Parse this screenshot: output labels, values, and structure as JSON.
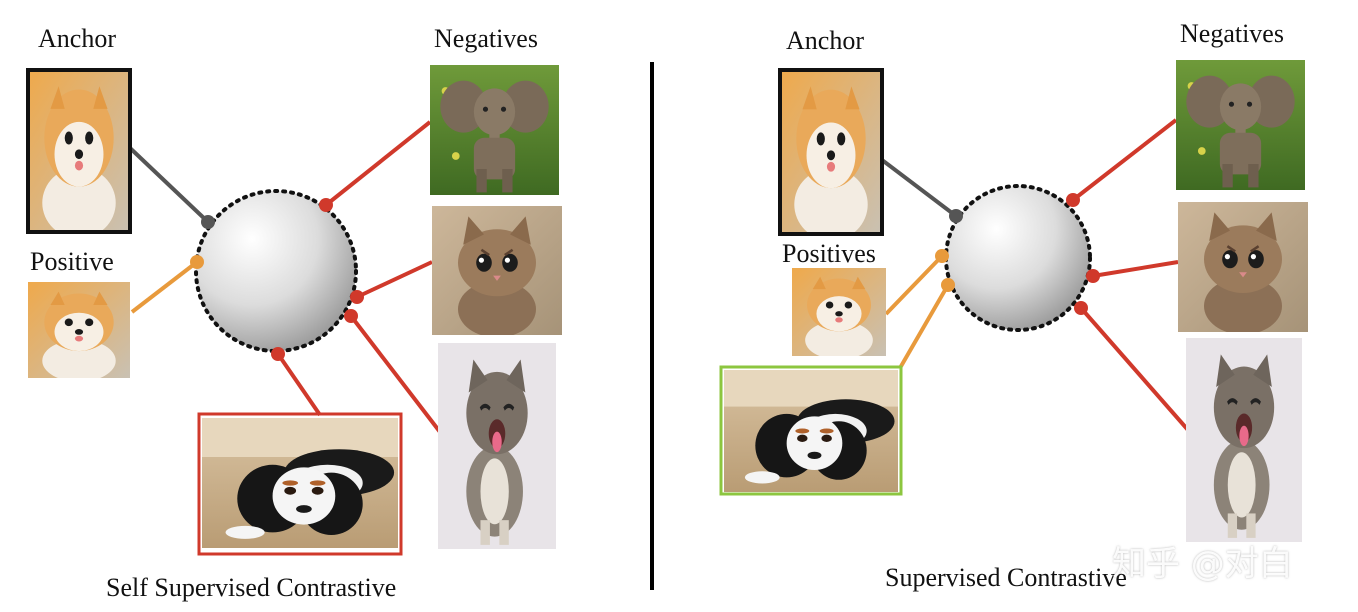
{
  "left_panel": {
    "anchor_label": "Anchor",
    "positive_label": "Positive",
    "negatives_label": "Negatives",
    "caption": "Self Supervised Contrastive"
  },
  "right_panel": {
    "anchor_label": "Anchor",
    "positives_label": "Positives",
    "negatives_label": "Negatives",
    "caption": "Supervised Contrastive"
  },
  "watermark": "知乎 @对白",
  "colors": {
    "anchor_line": "#555555",
    "positive_line": "#e89a3c",
    "negative_line": "#d0392b",
    "anchor_border": "#111111",
    "negative_highlight_border": "#d0392b",
    "positive_highlight_border": "#8cc63f",
    "divider": "#000000"
  },
  "images": [
    "pomeranian-dog",
    "elephant",
    "kitten",
    "yawning-kitten",
    "spaniel-dog"
  ]
}
